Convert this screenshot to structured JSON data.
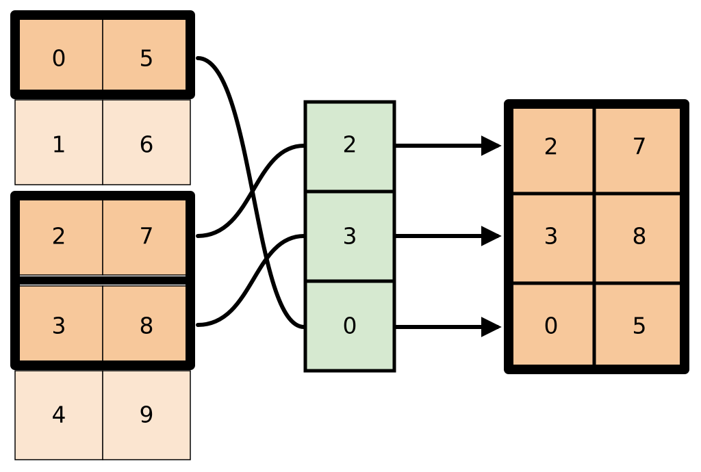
{
  "colors": {
    "highlight_orange": "#F7C89B",
    "plain_orange": "#FBE5D0",
    "green": "#D6E9D0",
    "stroke": "#000000",
    "background": "#FFFFFF"
  },
  "source_table": {
    "name": "source-table",
    "columns": 2,
    "rows": [
      {
        "cells": [
          "0",
          "5"
        ],
        "highlighted": true
      },
      {
        "cells": [
          "1",
          "6"
        ],
        "highlighted": false
      },
      {
        "cells": [
          "2",
          "7"
        ],
        "highlighted": true
      },
      {
        "cells": [
          "3",
          "8"
        ],
        "highlighted": true
      },
      {
        "cells": [
          "4",
          "9"
        ],
        "highlighted": false
      }
    ]
  },
  "index_column": {
    "name": "index-column",
    "cells": [
      "2",
      "3",
      "0"
    ]
  },
  "result_table": {
    "name": "result-table",
    "columns": 2,
    "rows": [
      {
        "cells": [
          "2",
          "7"
        ]
      },
      {
        "cells": [
          "3",
          "8"
        ]
      },
      {
        "cells": [
          "0",
          "5"
        ]
      }
    ]
  },
  "connectors": {
    "curves": [
      {
        "from_row_label": "0",
        "to_index_label": "0"
      },
      {
        "from_row_label": "2",
        "to_index_label": "2"
      },
      {
        "from_row_label": "3",
        "to_index_label": "3"
      }
    ],
    "arrows": [
      {
        "from_index_label": "2",
        "to_row_label": "2"
      },
      {
        "from_index_label": "3",
        "to_row_label": "3"
      },
      {
        "from_index_label": "0",
        "to_row_label": "0"
      }
    ]
  }
}
